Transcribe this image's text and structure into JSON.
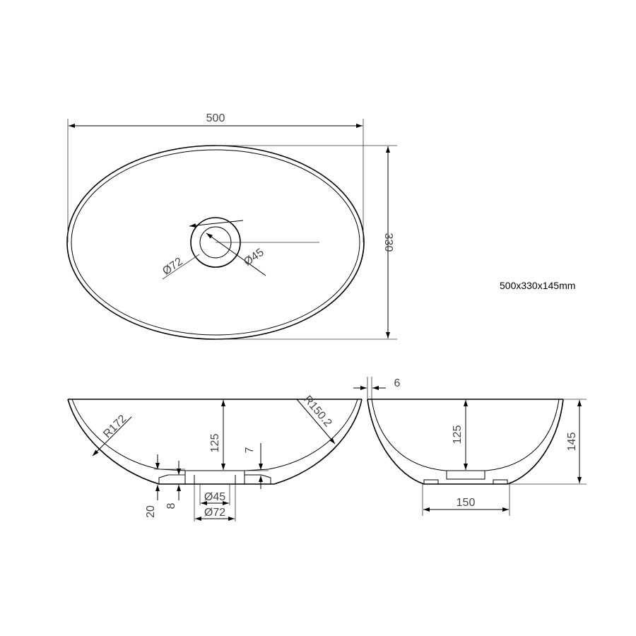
{
  "top_view": {
    "width_label": "500",
    "depth_label": "330",
    "outer_diameter_label": "Ø72",
    "inner_diameter_label": "Ø45"
  },
  "front_view": {
    "radius_left_label": "R172",
    "radius_right_label": "R150.2",
    "inner_depth_label": "125",
    "lip_label": "7",
    "base_height_label": "20",
    "base_step_label": "8",
    "drain_inner_label": "Ø45",
    "drain_outer_label": "Ø72"
  },
  "side_view": {
    "wall_thickness_label": "6",
    "inner_depth_label": "125",
    "total_height_label": "145",
    "base_width_label": "150"
  },
  "caption": "500x330x145mm"
}
